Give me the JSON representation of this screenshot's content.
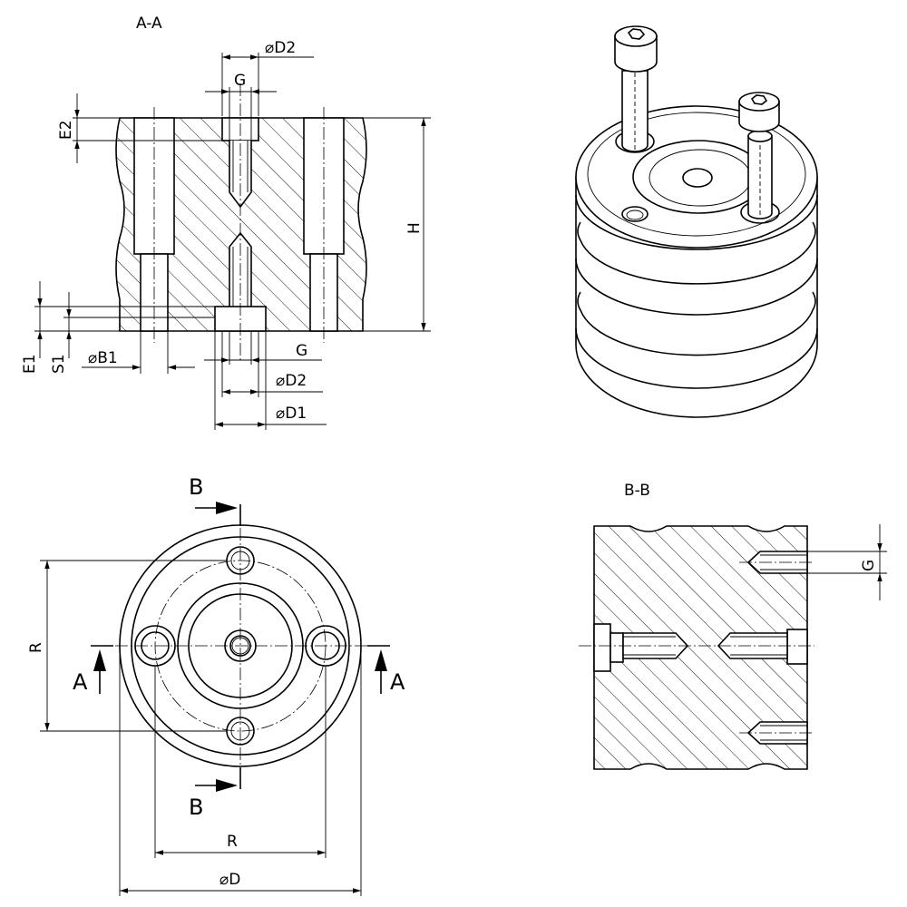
{
  "views": {
    "section_aa": {
      "title": "A-A",
      "dims": {
        "d2_top": "D2",
        "g_top": "G",
        "e2": "E2",
        "h": "H",
        "e1": "E1",
        "s1": "S1",
        "b1": "B1",
        "g_bottom": "G",
        "d2_bottom": "D2",
        "d1": "D1"
      }
    },
    "top_view": {
      "cut_b_top": "B",
      "cut_b_bottom": "B",
      "cut_a_left": "A",
      "cut_a_right": "A",
      "r_vertical": "R",
      "r_horizontal": "R",
      "d": "D"
    },
    "section_bb": {
      "title": "B-B",
      "g": "G"
    }
  },
  "symbols": {
    "diameter": "⌀"
  }
}
